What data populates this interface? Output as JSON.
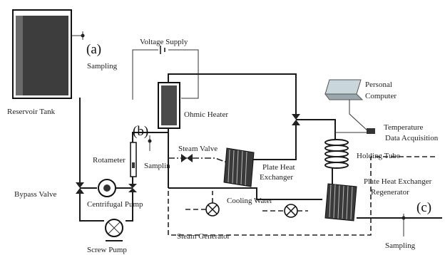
{
  "labels": {
    "reservoir_tank": "Reservoir Tank",
    "sampling_a": "Sampling",
    "point_a": "(a)",
    "voltage_supply": "Voltage Supply",
    "ohmic_heater": "Ohmic Heater",
    "point_b": "(b)",
    "rotameter": "Rotameter",
    "sampling_b": "Samplin",
    "steam_valve": "Steam Valve",
    "plate_hx_1": "Plate Heat",
    "plate_hx_2": "Exchanger",
    "cooling_water": "Cooling Water",
    "bypass_valve": "Bypass Valve",
    "centrifugal_pump": "Centrifugal Pump",
    "screw_pump": "Screw Pump",
    "steam_generator": "Steam Generator",
    "personal_computer_1": "Personal",
    "personal_computer_2": "Computer",
    "temperature": "Temperature",
    "data_acquisition": "Data Acquisition",
    "holding_tube": "Holding Tube",
    "plate_hx_regen": "Plate Heat Exchanger",
    "regenerator": "Regenerator",
    "point_c": "(c)",
    "sampling_c": "Sampling"
  }
}
